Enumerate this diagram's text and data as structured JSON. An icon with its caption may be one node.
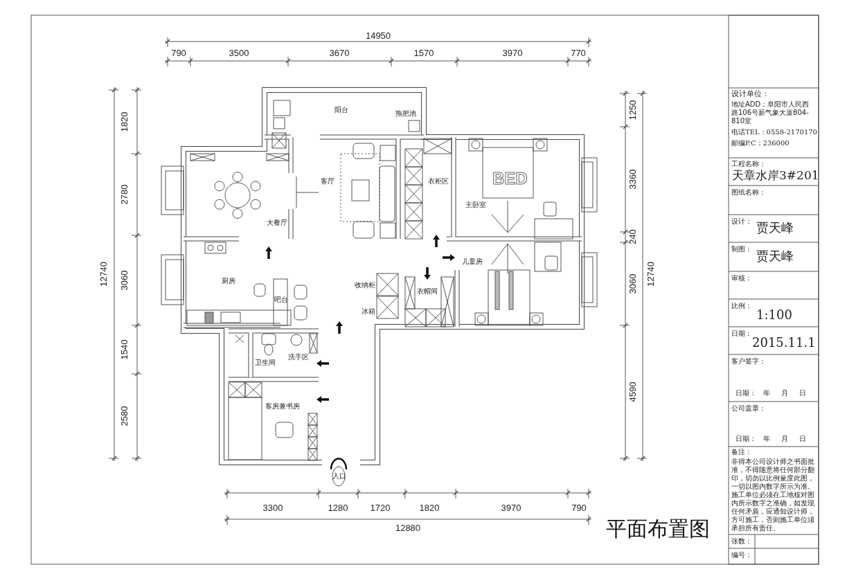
{
  "diagram": {
    "title": "平面布置图",
    "labels": [
      "14950",
      "790",
      "3500",
      "3670",
      "1570",
      "3970",
      "770",
      "阳台",
      "拖把池",
      "1820",
      "1250",
      "客厅",
      "衣柜区",
      "BED",
      "2780",
      "3360",
      "主卧室",
      "大餐厅",
      "240",
      "儿童房",
      "12740",
      "3060",
      "厨房",
      "收纳柜",
      "衣帽间",
      "3060",
      "12740",
      "吧台",
      "冰箱",
      "洗手区",
      "1540",
      "卫生间",
      "4590",
      "客房兼书房",
      "2580",
      "入口",
      "3300",
      "1280",
      "1720",
      "1820",
      "3970",
      "790",
      "12880",
      "设计单位：",
      "地址ADD：阜阳市人民西路106号新气象大厦804-810室",
      "电话TEL：0558-2170170",
      "邮编P.C：236000",
      "工程名称：",
      "天章水岸3#201",
      "图纸名称：",
      "设计：",
      "贾天峰",
      "制图：",
      "贾天峰",
      "审核：",
      "比例：",
      "1:100",
      "日期：",
      "2015.11.1",
      "客户签字：",
      "日期：",
      "年",
      "月",
      "日",
      "公司盖章：",
      "日期：",
      "年",
      "月",
      "日",
      "备注：",
      "非得本公司设计师之书面批准，不得随意将任何部分翻印，切勿以比例量度此图，一切以图内数字所示为准。施工单位必须在工地核对图内所示数字之准确，如发现任何矛盾，应通知设计师，方可施工，否则施工单位须承担所有责任。",
      "张数：",
      "编号："
    ]
  }
}
